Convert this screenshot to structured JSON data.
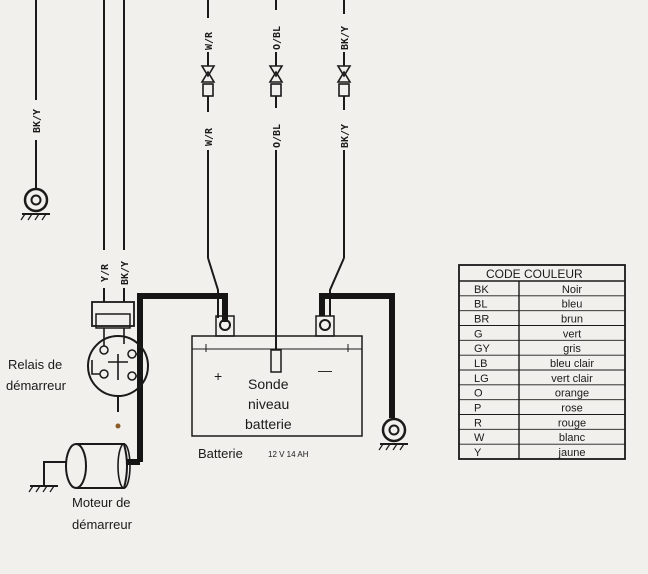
{
  "wire_labels": {
    "left_bk_y": "BK/Y",
    "top_1": "W/R",
    "top_2": "O/BL",
    "top_3": "BK/Y",
    "mid_1": "W/R",
    "mid_2": "O/BL",
    "mid_3": "BK/Y",
    "relay_1": "Y/R",
    "relay_2": "BK/Y"
  },
  "relay": {
    "line1": "Relais de",
    "line2": "démarreur"
  },
  "motor": {
    "line1": "Moteur de",
    "line2": "démarreur"
  },
  "battery": {
    "plus": "+",
    "minus": "—",
    "line1": "Sonde",
    "line2": "niveau",
    "line3": "batterie",
    "caption": "Batterie",
    "spec": "12 V 14 AH"
  },
  "color_table": {
    "header": "CODE COULEUR",
    "rows": [
      {
        "code": "BK",
        "name": "Noir"
      },
      {
        "code": "BL",
        "name": "bleu"
      },
      {
        "code": "BR",
        "name": "brun"
      },
      {
        "code": "G",
        "name": "vert"
      },
      {
        "code": "GY",
        "name": "gris"
      },
      {
        "code": "LB",
        "name": "bleu clair"
      },
      {
        "code": "LG",
        "name": "vert clair"
      },
      {
        "code": "O",
        "name": "orange"
      },
      {
        "code": "P",
        "name": "rose"
      },
      {
        "code": "R",
        "name": "rouge"
      },
      {
        "code": "W",
        "name": "blanc"
      },
      {
        "code": "Y",
        "name": "jaune"
      }
    ]
  }
}
